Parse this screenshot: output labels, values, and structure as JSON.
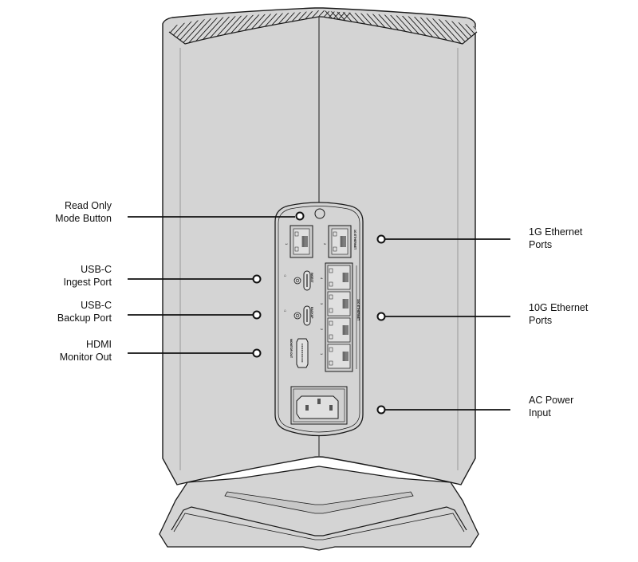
{
  "diagram": {
    "subject": "Network storage device rear panel",
    "colors": {
      "body_fill": "#d4d4d4",
      "outline": "#1a1a1a",
      "background": "#ffffff",
      "leader": "#111111"
    },
    "callouts": [
      {
        "id": "read-only-mode-button",
        "side": "left",
        "lines": [
          "Read Only",
          "Mode Button"
        ]
      },
      {
        "id": "usb-c-ingest-port",
        "side": "left",
        "lines": [
          "USB-C",
          "Ingest Port"
        ]
      },
      {
        "id": "usb-c-backup-port",
        "side": "left",
        "lines": [
          "USB-C",
          "Backup Port"
        ]
      },
      {
        "id": "hdmi-monitor-out",
        "side": "left",
        "lines": [
          "HDMI",
          "Monitor Out"
        ]
      },
      {
        "id": "1g-ethernet-ports",
        "side": "right",
        "lines": [
          "1G Ethernet",
          "Ports"
        ]
      },
      {
        "id": "10g-ethernet-ports",
        "side": "right",
        "lines": [
          "10G Ethernet",
          "Ports"
        ]
      },
      {
        "id": "ac-power-input",
        "side": "right",
        "lines": [
          "AC Power",
          "Input"
        ]
      }
    ],
    "panel_labels": {
      "one_g_group": "1G ETHERNET",
      "ten_g_group": "10G ETHERNET",
      "ingest": "INGEST",
      "backup": "BACKUP",
      "monitor_out": "MONITOR OUT",
      "one_g_port_numbers": [
        "1",
        "2"
      ],
      "ten_g_port_numbers": [
        "4",
        "3",
        "2",
        "1"
      ]
    }
  }
}
